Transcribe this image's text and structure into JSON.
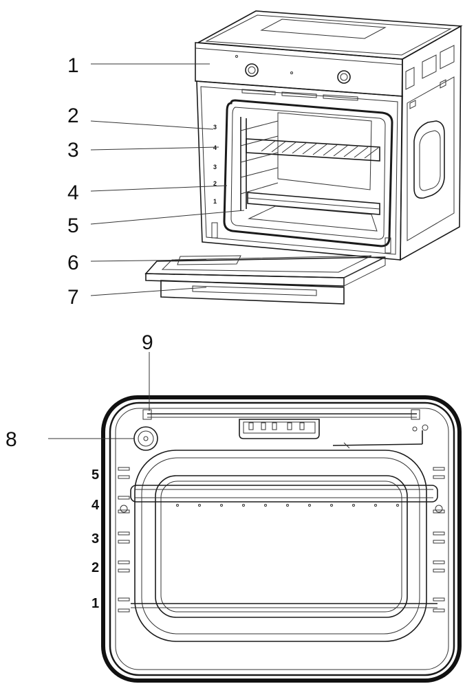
{
  "upper_callouts": [
    {
      "label": "1",
      "part": "control-panel"
    },
    {
      "label": "2",
      "part": "shelf-level-marking"
    },
    {
      "label": "3",
      "part": "wire-shelf"
    },
    {
      "label": "4",
      "part": "side-rack"
    },
    {
      "label": "5",
      "part": "baking-tray"
    },
    {
      "label": "6",
      "part": "door-glass"
    },
    {
      "label": "7",
      "part": "door-handle"
    }
  ],
  "side_marks": [
    "5",
    "4",
    "3",
    "2",
    "1"
  ],
  "lower_callouts": [
    {
      "label": "8",
      "part": "oven-lamp"
    },
    {
      "label": "9",
      "part": "top-heating-element"
    }
  ],
  "shelf_levels": [
    "5",
    "4",
    "3",
    "2",
    "1"
  ]
}
